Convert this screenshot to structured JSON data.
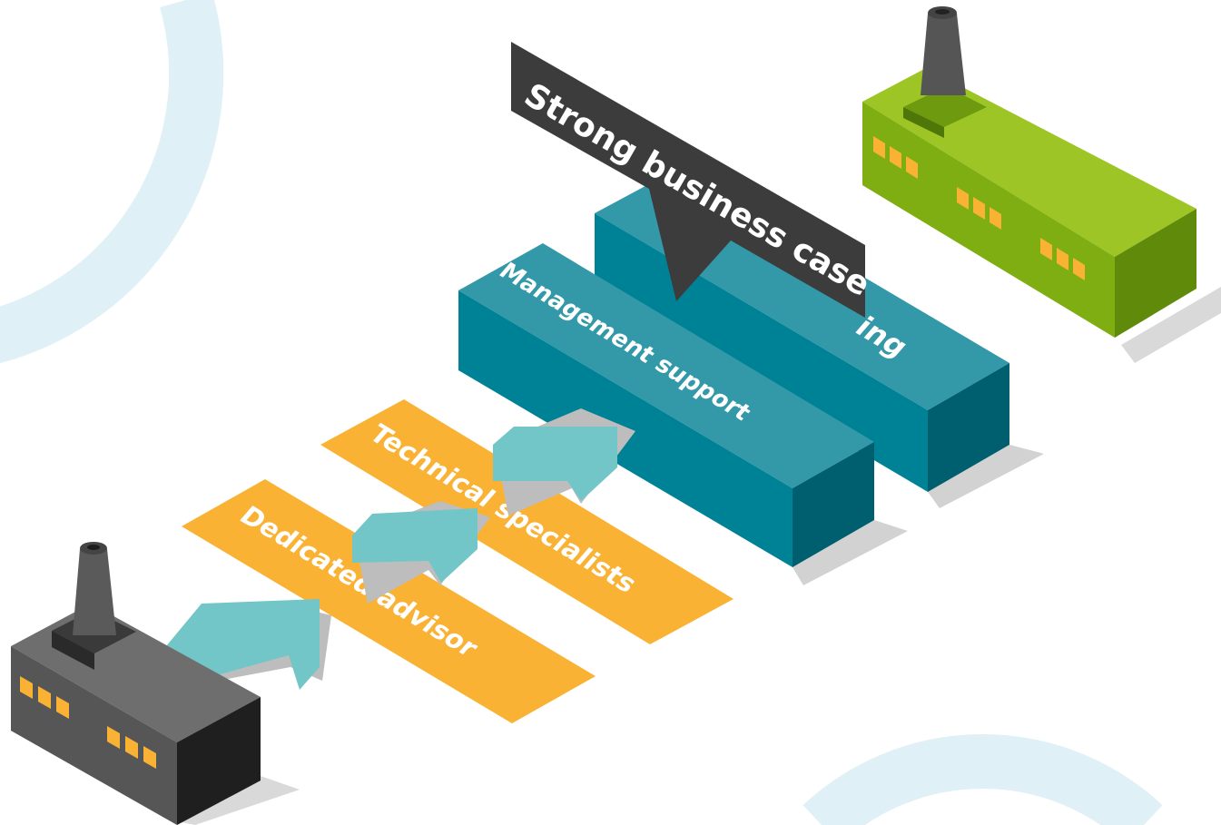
{
  "colors": {
    "background": "#ffffff",
    "decor_ring": "#dff0f6",
    "advisor_step": "#f9b233",
    "arrow": "#72c6c8",
    "block_top": "#3399a8",
    "block_front": "#008296",
    "block_side": "#005f6e",
    "start_factory": "#5a5a5a",
    "end_factory": "#8cbf1a",
    "windows": "#f9b233",
    "callout": "#3c3c3c",
    "shadow": "#d2d2d2"
  },
  "icons": {
    "start_factory": "factory-icon",
    "end_factory": "factory-icon",
    "arrow": "arrow-right-icon"
  },
  "steps": {
    "dedicated_advisor": "Dedicated advisor",
    "technical_specialists": "Technical specialists",
    "management_support": "Management support",
    "funding_partial": "ing"
  },
  "callout": {
    "label": "Strong business case"
  }
}
